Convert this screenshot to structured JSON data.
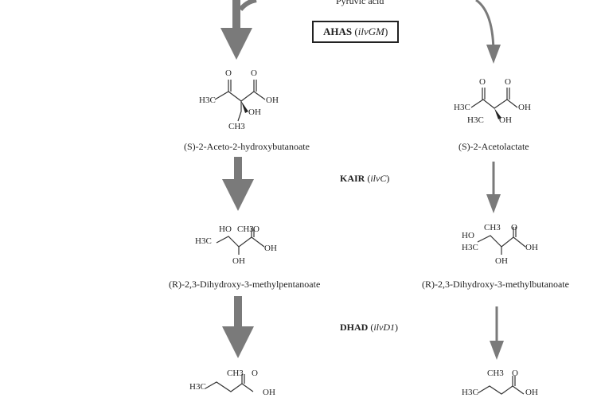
{
  "substrate": "Pyruvic acid",
  "enzymes": [
    {
      "name": "AHAS",
      "gene": "ilvGM"
    },
    {
      "name": "KAIR",
      "gene": "ilvC"
    },
    {
      "name": "DHAD",
      "gene": "ilvD1"
    }
  ],
  "left_pathway": {
    "compounds": [
      {
        "name": "(S)-2-Aceto-2-hydroxybutanoate",
        "atoms": [
          "O",
          "O",
          "H3C",
          "OH",
          "OH",
          "CH3"
        ]
      },
      {
        "name": "(R)-2,3-Dihydroxy-3-methylpentanoate",
        "atoms": [
          "HO",
          "CH3",
          "O",
          "H3C",
          "OH",
          "OH"
        ]
      },
      {
        "name": "",
        "atoms": [
          "CH3",
          "O",
          "H3C",
          "OH"
        ]
      }
    ]
  },
  "right_pathway": {
    "compounds": [
      {
        "name": "(S)-2-Acetolactate",
        "atoms": [
          "O",
          "O",
          "H3C",
          "OH",
          "H3C",
          "OH"
        ]
      },
      {
        "name": "(R)-2,3-Dihydroxy-3-methylbutanoate",
        "atoms": [
          "CH3",
          "O",
          "HO",
          "H3C",
          "OH",
          "OH"
        ]
      },
      {
        "name": "",
        "atoms": [
          "CH3",
          "O",
          "H3C",
          "OH"
        ]
      }
    ]
  },
  "colors": {
    "arrow": "#7a7a7a",
    "text": "#222222"
  }
}
